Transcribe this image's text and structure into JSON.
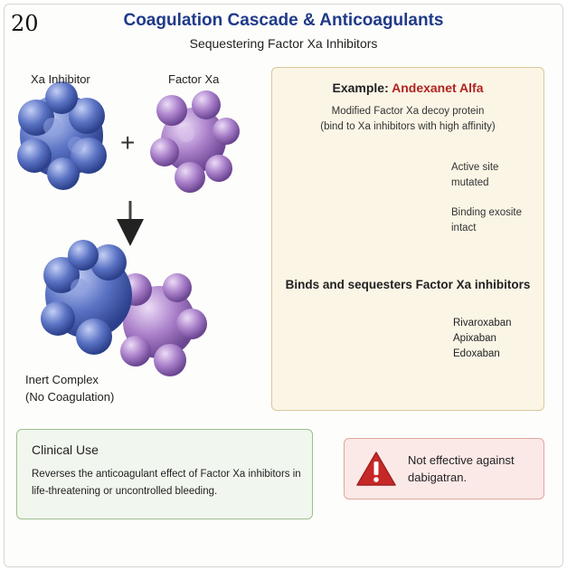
{
  "slide_number": "20",
  "title": "Coagulation Cascade & Anticoagulants",
  "subtitle": "Sequestering Factor Xa Inhibitors",
  "left_panel": {
    "inhibitor_label": "Xa Inhibitor",
    "factor_label": "Factor Xa",
    "plus": "+",
    "complex_line1": "Inert Complex",
    "complex_line2": "(No Coagulation)"
  },
  "example": {
    "title_prefix": "Example: ",
    "drug_name": "Andexanet Alfa",
    "desc_line1": "Modified Factor Xa decoy protein",
    "desc_line2": "(bind to Xa inhibitors with high affinity)",
    "annotation1_line1": "Active site",
    "annotation1_line2": "mutated",
    "annotation2_line1": "Binding exosite",
    "annotation2_line2": "intact",
    "binds_title": "Binds and sequesters Factor Xa inhibitors",
    "drugs": [
      "Rivaroxaban",
      "Apixaban",
      "Edoxaban"
    ]
  },
  "clinical": {
    "title": "Clinical Use",
    "text": "Reverses the anticoagulant effect of Factor Xa inhibitors in life-threatening or uncontrolled bleeding."
  },
  "warning": {
    "icon": "warning-icon",
    "line1": "Not effective against",
    "line2": "dabigatran."
  },
  "colors": {
    "title": "#1f3a8a",
    "drug_name": "#b1231f",
    "inhibitor": "#5b73c4",
    "factor_xa": "#a97fc9",
    "decoy_active": "#c9cdd4",
    "decoy_exosite": "#cf6a6a",
    "warning": "#c62828"
  }
}
